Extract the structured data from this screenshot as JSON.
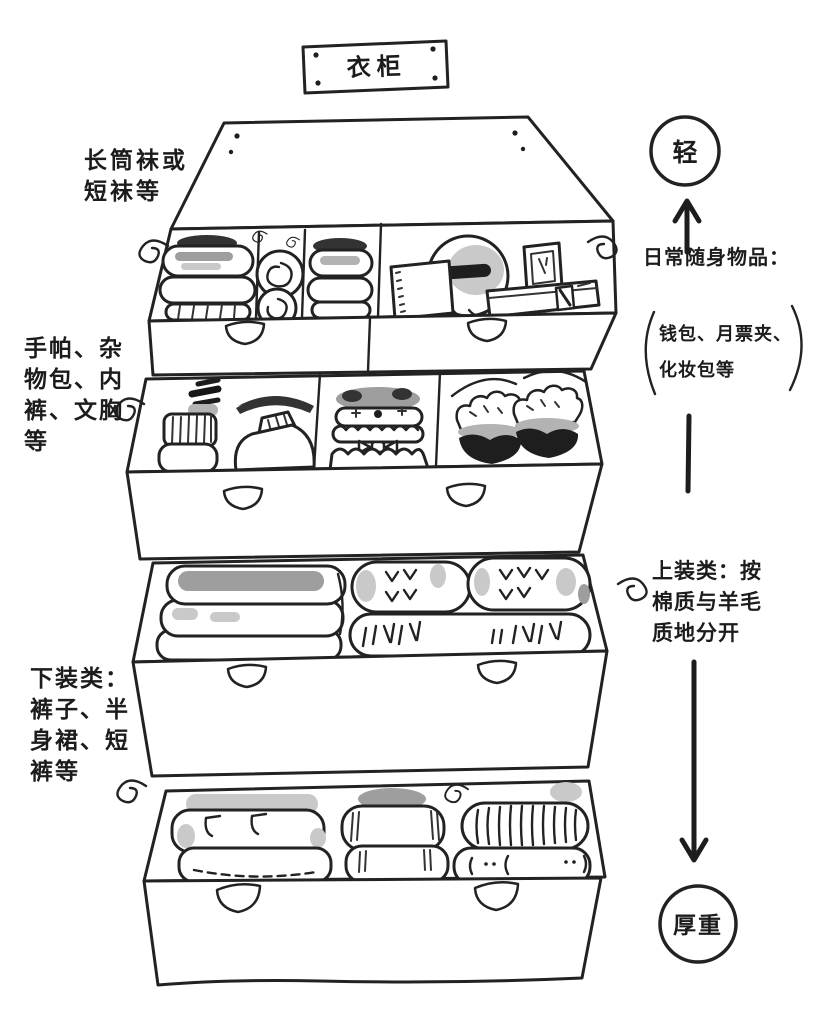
{
  "colors": {
    "ink": "#1f1f1f",
    "paper": "#ffffff",
    "shade_gray": "#9e9e9e",
    "dark_fill": "#1e1e1e"
  },
  "sign": {
    "label": "衣柜"
  },
  "labels": {
    "socks": {
      "lines": [
        "长筒袜或",
        "短袜等"
      ]
    },
    "misc": {
      "lines": [
        "手帕、杂",
        "物包、内",
        "裤、文胸",
        "等"
      ]
    },
    "bottoms": {
      "lines": [
        "下装类：",
        "裤子、半",
        "身裙、短",
        "裤等"
      ]
    },
    "daily_title": "日常随身物品：",
    "daily_detail": {
      "lines": [
        "钱包、月票夹、",
        "化妆包等"
      ]
    },
    "tops": {
      "lines": [
        "上装类：按",
        "棉质与羊毛",
        "质地分开"
      ]
    },
    "weight_light": "轻",
    "weight_heavy": "厚重"
  },
  "drawers": [
    {
      "id": "drawer-1",
      "depicts": [
        "rolled-socks",
        "spiral-sock-rolls",
        "ticket-notebook",
        "round-pouch",
        "photo-frame",
        "pencil-box"
      ]
    },
    {
      "id": "drawer-2",
      "depicts": [
        "rolled-handkerchiefs",
        "drawstring-pouch",
        "lace-underwear-stack",
        "bras"
      ]
    },
    {
      "id": "drawer-3",
      "depicts": [
        "folded-cotton-tops",
        "knit-wool-sweaters"
      ]
    },
    {
      "id": "drawer-4",
      "depicts": [
        "folded-jeans",
        "folded-skirt",
        "corduroy-skirt-roll"
      ]
    }
  ]
}
